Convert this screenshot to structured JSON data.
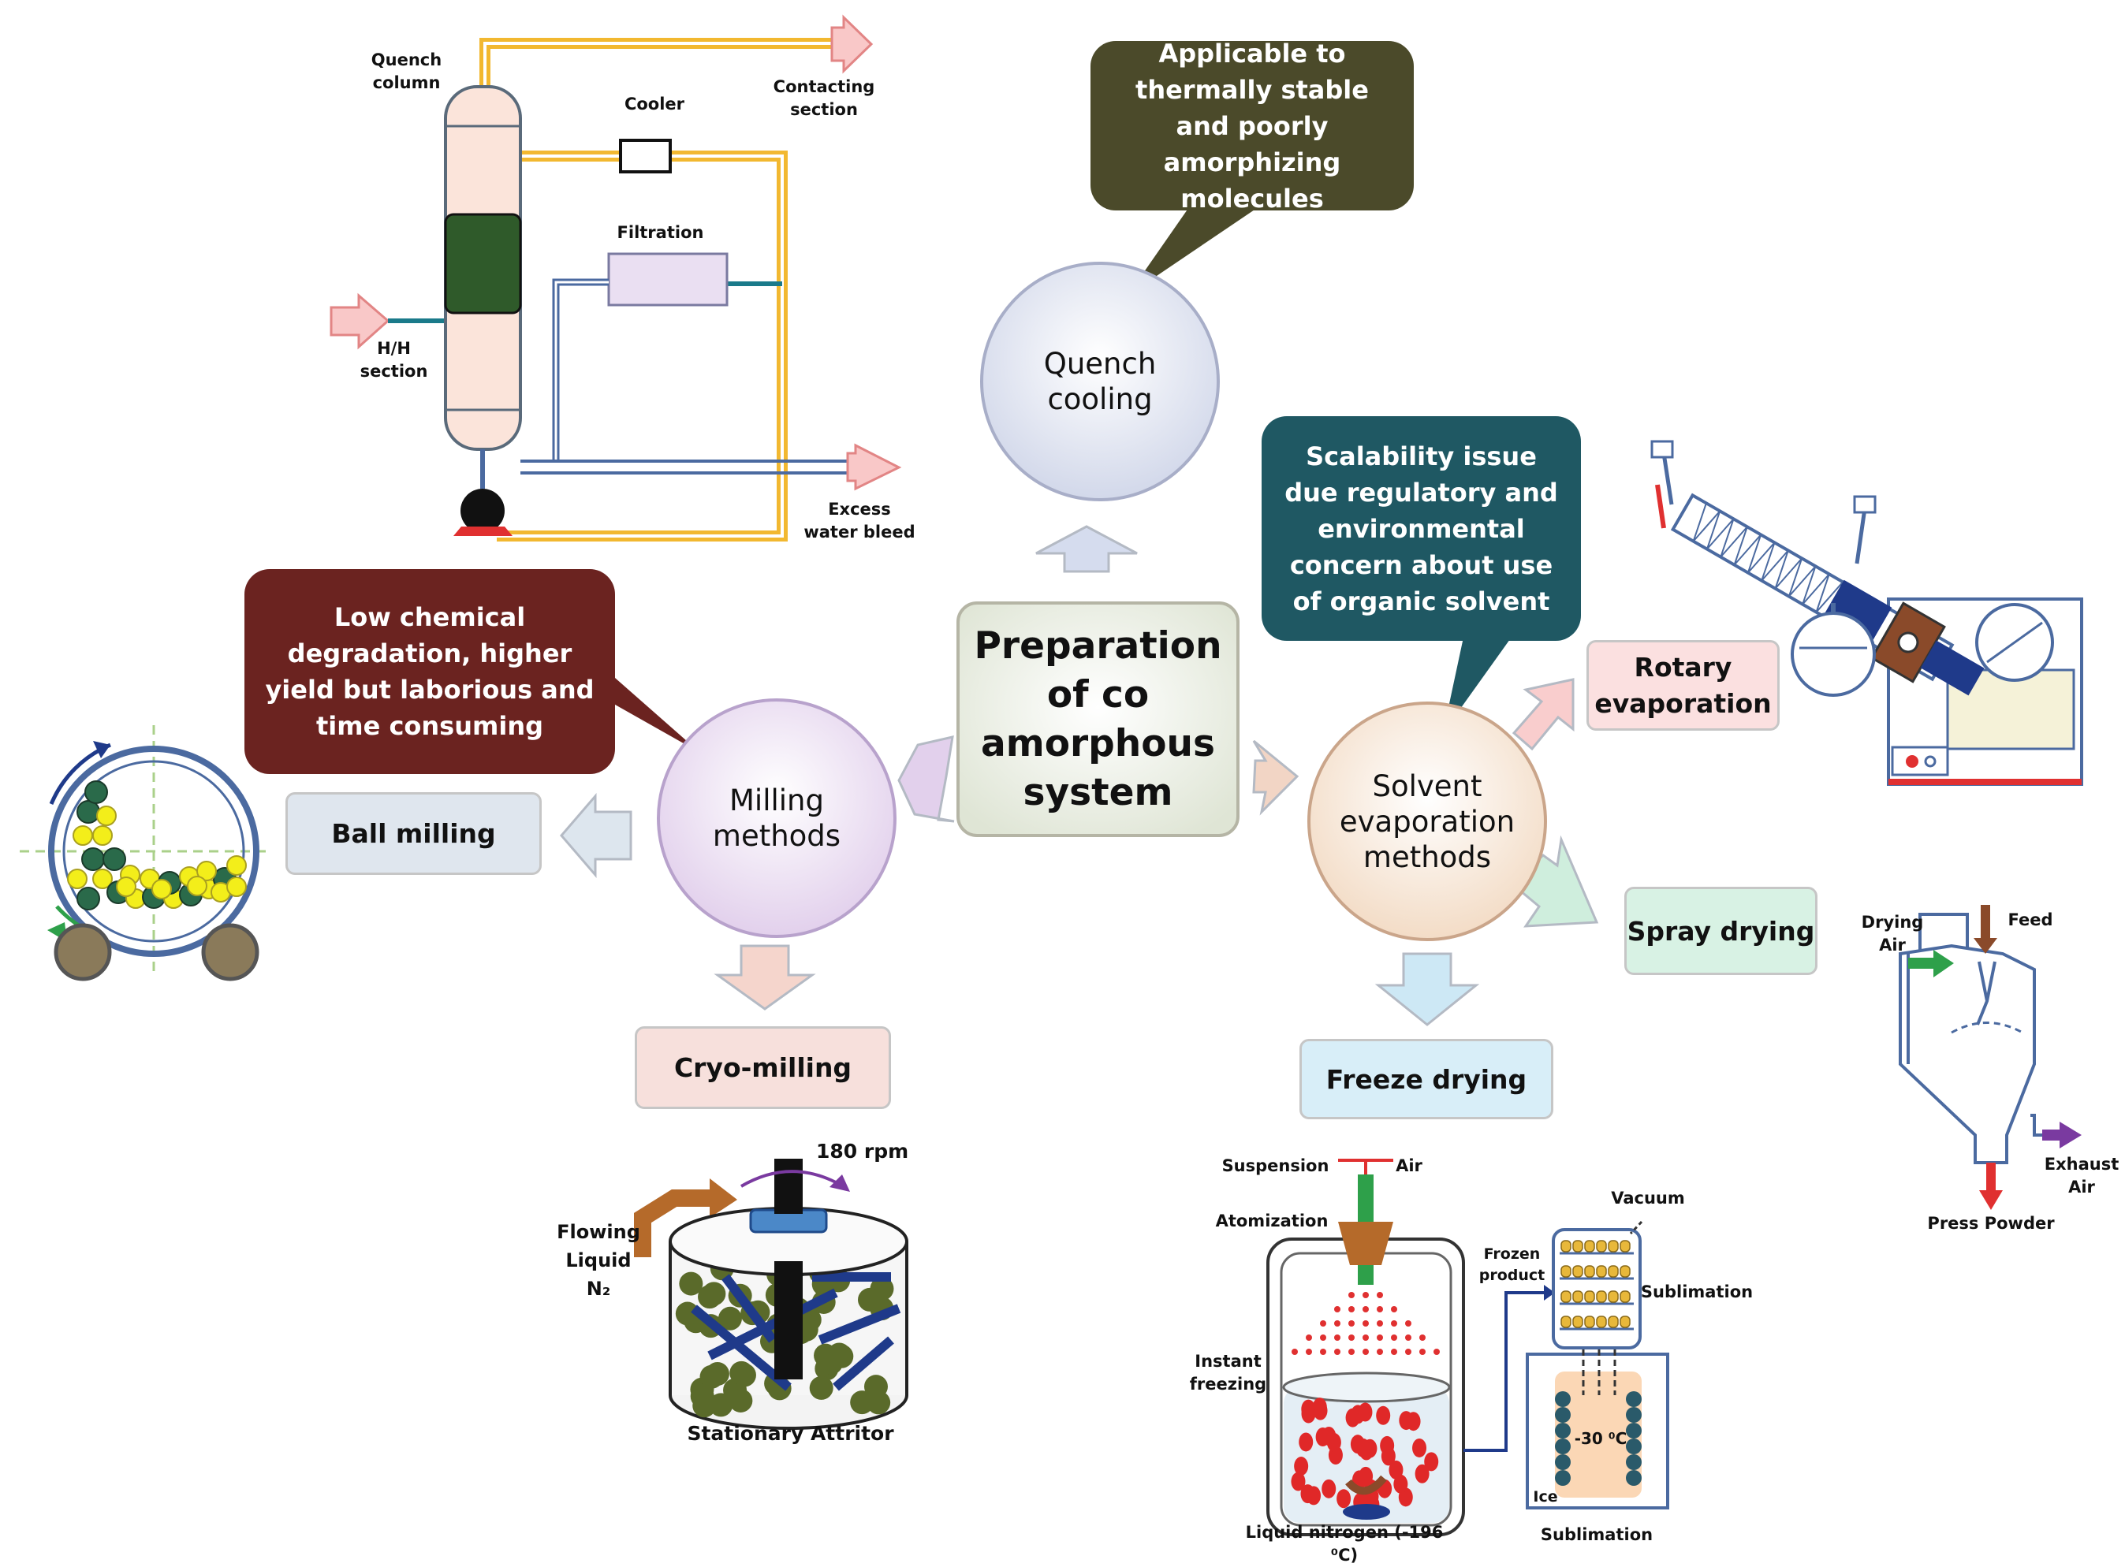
{
  "center": {
    "title": "Preparation of co amorphous system"
  },
  "methods": {
    "quench": "Quench cooling",
    "milling": "Milling methods",
    "solvent": "Solvent evaporation methods"
  },
  "sub_methods": {
    "ball_milling": "Ball milling",
    "cryo_milling": "Cryo-milling",
    "rotary": "Rotary evaporation",
    "spray": "Spray drying",
    "freeze": "Freeze drying"
  },
  "notes": {
    "quench": "Applicable to thermally stable and poorly amorphizing molecules",
    "milling": "Low chemical degradation, higher yield but laborious and time consuming",
    "solvent": "Scalability issue due regulatory and environmental concern about use of organic solvent"
  },
  "quench_diagram": {
    "quench_column": "Quench column",
    "cooler": "Cooler",
    "contacting": "Contacting section",
    "filtration": "Filtration",
    "hh_section": "H/H section",
    "excess_water": "Excess water bleed"
  },
  "cryo_diagram": {
    "rpm": "180 rpm",
    "flowing": "Flowing Liquid N₂",
    "attritor": "Stationary Attritor"
  },
  "spray_diagram": {
    "drying_air": "Drying Air",
    "feed": "Feed",
    "exhaust": "Exhaust Air",
    "press_powder": "Press Powder"
  },
  "freeze_diagram": {
    "suspension": "Suspension",
    "air": "Air",
    "atomization": "Atomization",
    "instant_freezing": "Instant freezing",
    "liquid_nitrogen": "Liquid nitrogen (-196 ⁰C)",
    "frozen_product": "Frozen product",
    "vacuum": "Vacuum",
    "sublimation_side": "Sublimation",
    "temp": "-30 ⁰C",
    "ice": "Ice",
    "sublimation_bottom": "Sublimation"
  },
  "colors": {
    "quench_bubble": "#4b4a2a",
    "milling_bubble": "#6b2320",
    "solvent_bubble": "#1f5863",
    "pipe": "#f2b830",
    "column_core": "#2f5a2a"
  }
}
